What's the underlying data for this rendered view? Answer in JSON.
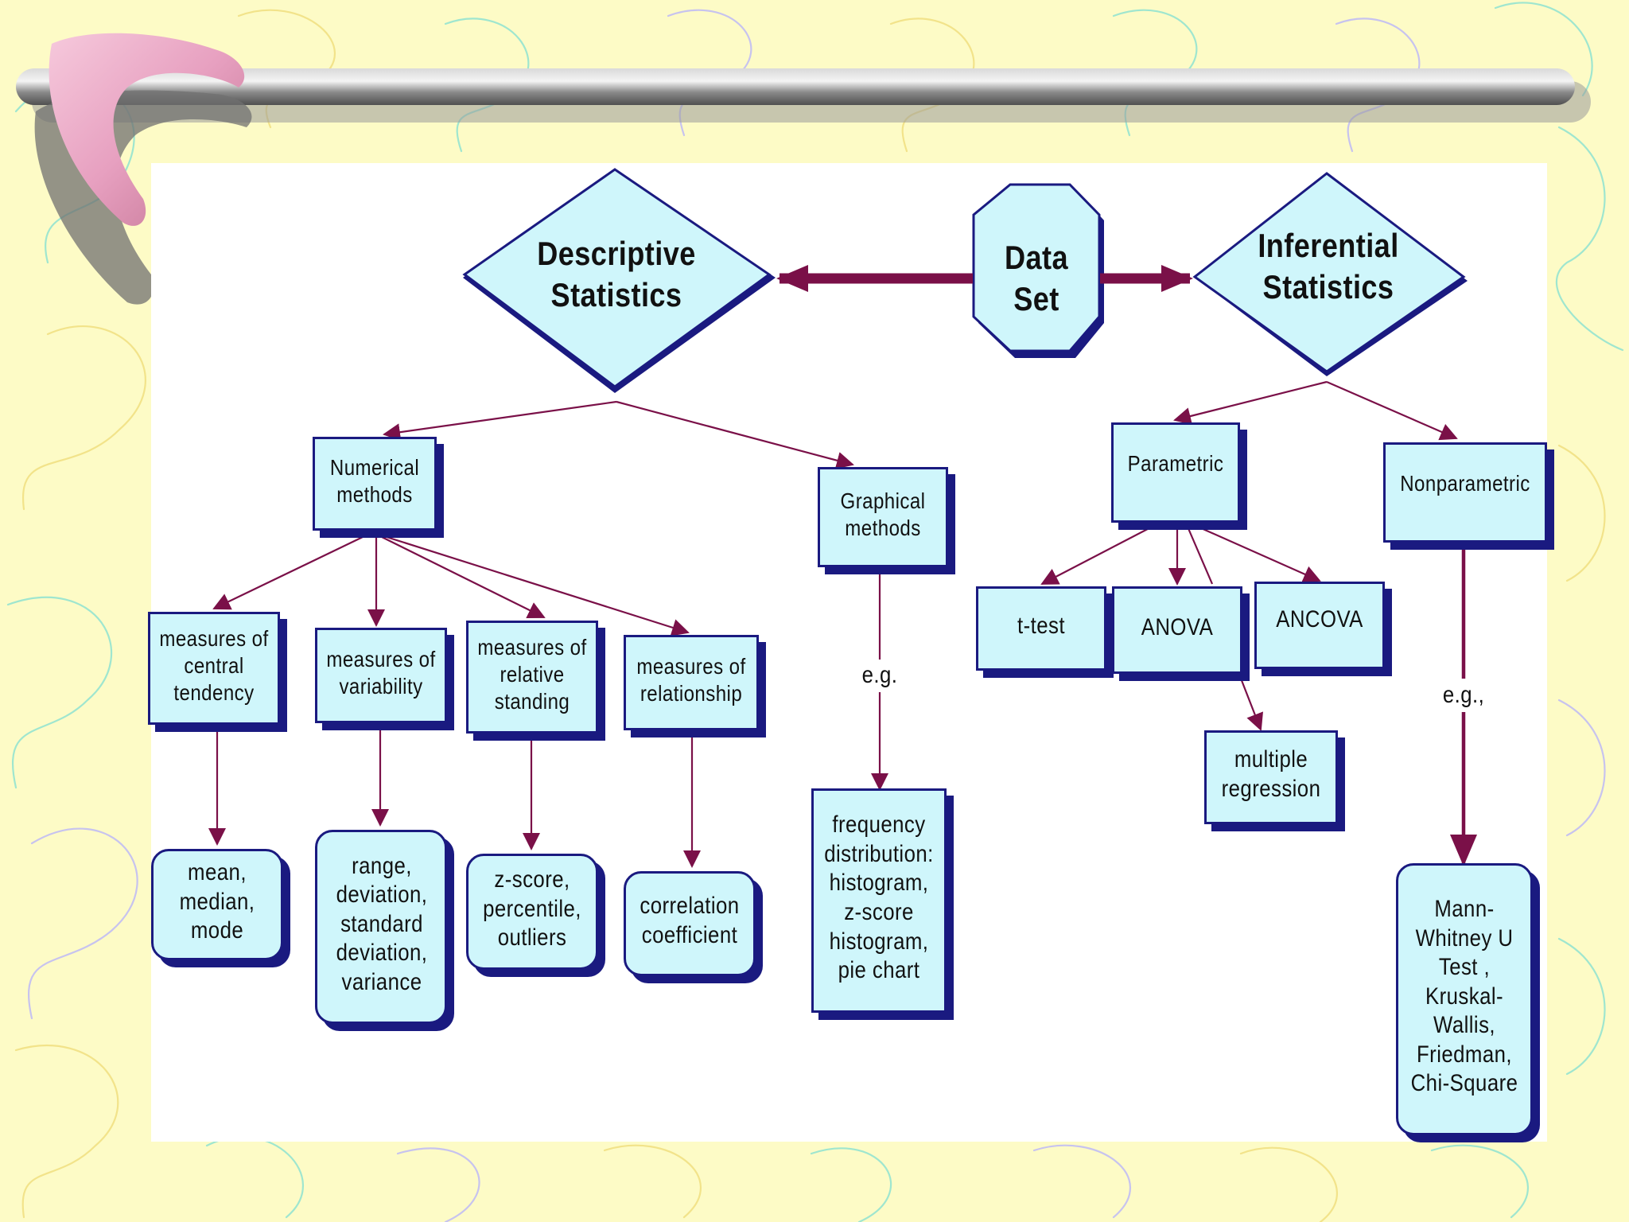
{
  "diagram": {
    "center": "Data Set",
    "descriptive": "Descriptive Statistics",
    "inferential": "Inferential Statistics",
    "numerical": "Numerical methods",
    "graphical": "Graphical methods",
    "parametric": "Parametric",
    "nonparametric": "Nonparametric",
    "central": "measures of central tendency",
    "variability": "measures of variability",
    "relative": "measures of relative standing",
    "relationship": "measures of relationship",
    "mean": "mean, median, mode",
    "range": "range, deviation, standard deviation, variance",
    "zscore": "z-score, percentile, outliers",
    "correlation": "correlation coefficient",
    "eg_graphical": "e.g.",
    "frequency": "frequency distribution: histogram, z-score histogram, pie chart",
    "ttest": "t-test",
    "anova": "ANOVA",
    "ancova": "ANCOVA",
    "multiple": "multiple regression",
    "eg_nonparam": "e.g.,",
    "mann": "Mann-Whitney U Test , Kruskal-Wallis, Friedman, Chi-Square"
  },
  "colors": {
    "background": "#fdfbc6",
    "node_fill": "#cff6fb",
    "node_shadow": "#1a1a80",
    "arrow": "#7a1048",
    "bar": "#8c8c8c",
    "boomerang": "#e9a6c4"
  }
}
